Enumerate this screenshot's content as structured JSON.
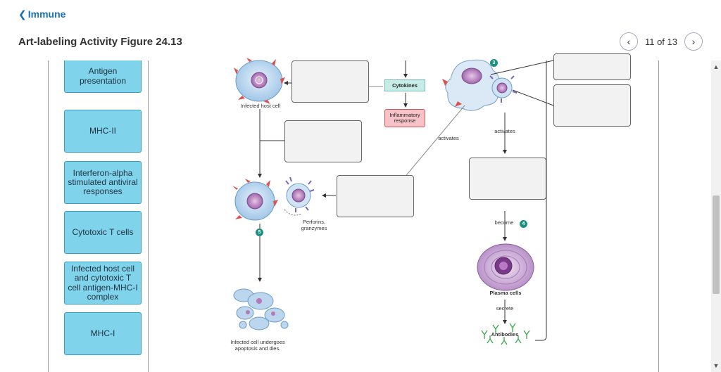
{
  "nav": {
    "back_label": "Immune"
  },
  "header": {
    "title": "Art-labeling Activity Figure 24.13"
  },
  "pager": {
    "current_text": "11 of 13"
  },
  "label_bank": [
    "Antigen presentation",
    "MHC-II",
    "Interferon-alpha stimulated antiviral responses",
    "Cytotoxic T cells",
    "Infected host cell and cytotoxic T cell antigen-MHC-I complex",
    "MHC-I"
  ],
  "figure": {
    "infected_host_cell": "Infected host cell",
    "cytokines": "Cytokines",
    "inflammatory_response": "Inflammatory response",
    "activates_left": "activates",
    "activates_right": "activates",
    "perforins": "Perforins, granzymes",
    "become": "become",
    "plasma_cells": "Plasma cells",
    "secrete": "secrete",
    "antibodies": "Antibodies",
    "apoptosis": "Infected cell undergoes apoptosis and dies.",
    "step_3": "3",
    "step_4": "4",
    "step_5": "5"
  },
  "colors": {
    "link": "#1a6fb4",
    "tile": "#7fd4ec",
    "tile_border": "#3a9dbd",
    "badge": "#1a9080"
  }
}
